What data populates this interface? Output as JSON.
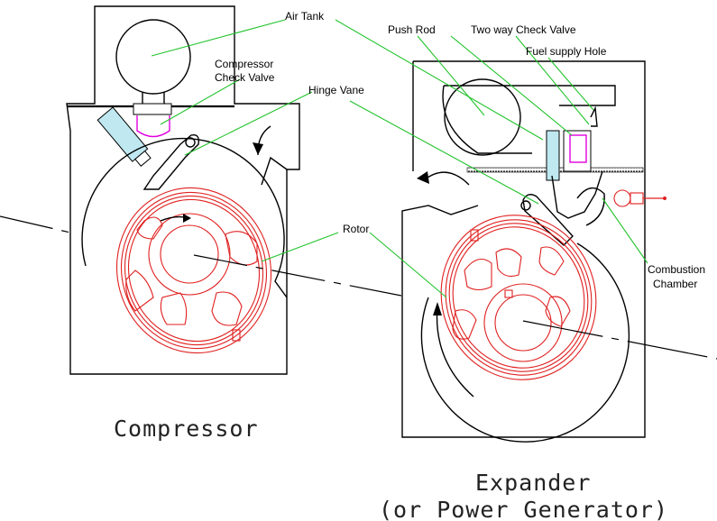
{
  "labels": {
    "air_tank": "Air Tank",
    "compressor_check_valve_1": "Compressor",
    "compressor_check_valve_2": "Check Valve",
    "hinge_vane": "Hinge Vane",
    "rotor": "Rotor",
    "push_rod": "Push Rod",
    "two_way_check_valve": "Two way Check Valve",
    "fuel_supply_hole": "Fuel supply Hole",
    "combustion_chamber_1": "Combustion",
    "combustion_chamber_2": "Chamber"
  },
  "titles": {
    "compressor": "Compressor",
    "expander_1": "Expander",
    "expander_2": "(or Power Generator)"
  },
  "colors": {
    "outline": "#000000",
    "rotor": "#e02020",
    "leader": "#21c32b",
    "valve_fill": "#bfe8f0",
    "check_valve": "#e000e0"
  }
}
